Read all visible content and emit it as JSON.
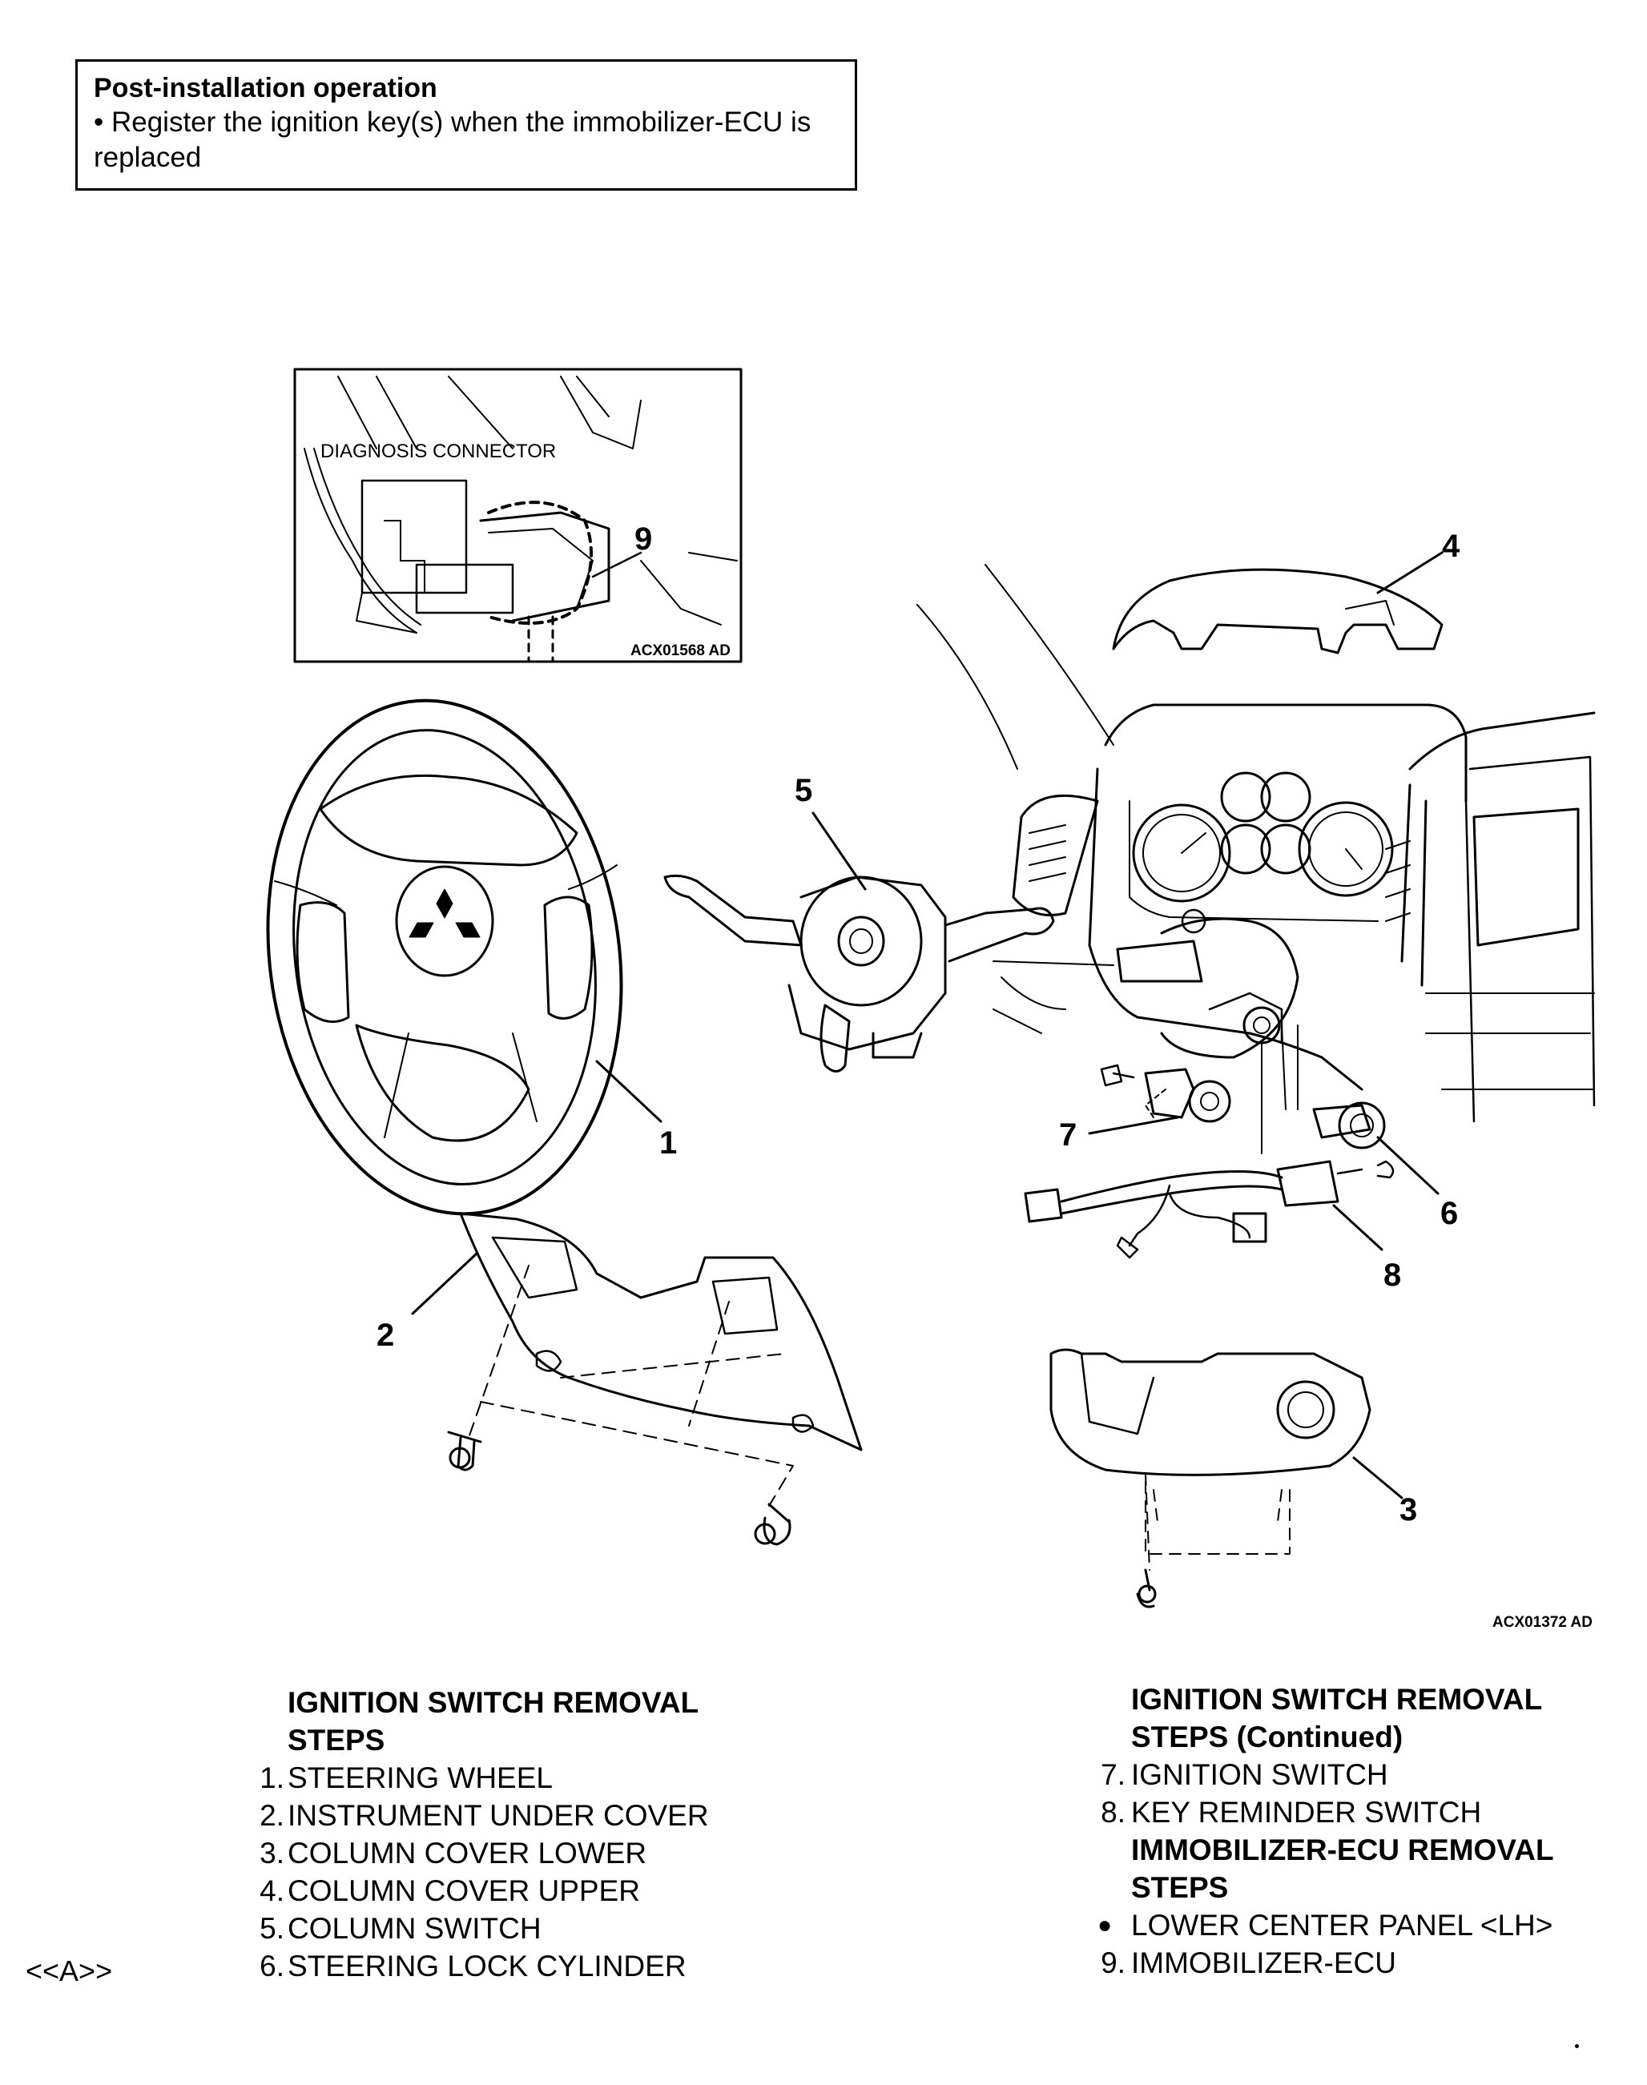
{
  "post_installation": {
    "title": "Post-installation operation",
    "line1": "• Register the ignition key(s) when the immobilizer-ECU is",
    "line2": "replaced"
  },
  "inset": {
    "label": "DIAGNOSIS CONNECTOR",
    "callout": "9",
    "code": "ACX01568 AD"
  },
  "figure": {
    "code": "ACX01372 AD",
    "callouts": [
      "1",
      "2",
      "3",
      "4",
      "5",
      "6",
      "7",
      "8"
    ]
  },
  "ignition_steps": {
    "heading_line1": "IGNITION SWITCH REMOVAL",
    "heading_line2": "STEPS",
    "items": [
      {
        "num": "1.",
        "text": "STEERING WHEEL"
      },
      {
        "num": "2.",
        "text": "INSTRUMENT UNDER COVER"
      },
      {
        "num": "3.",
        "text": "COLUMN COVER LOWER"
      },
      {
        "num": "4.",
        "text": "COLUMN COVER UPPER"
      },
      {
        "num": "5.",
        "text": "COLUMN SWITCH"
      },
      {
        "num": "6.",
        "text": "STEERING LOCK CYLINDER"
      }
    ],
    "marker": "<<A>>"
  },
  "continued_steps": {
    "heading_line1": "IGNITION SWITCH REMOVAL",
    "heading_line2": "STEPS (Continued)",
    "items": [
      {
        "num": "7.",
        "text": "IGNITION SWITCH"
      },
      {
        "num": "8.",
        "text": "KEY REMINDER SWITCH"
      }
    ],
    "immobilizer_heading_line1": "IMMOBILIZER-ECU REMOVAL",
    "immobilizer_heading_line2": "STEPS",
    "bullet": "●",
    "bullet_text": "LOWER CENTER PANEL <LH>",
    "last": {
      "num": "9.",
      "text": "IMMOBILIZER-ECU"
    }
  }
}
